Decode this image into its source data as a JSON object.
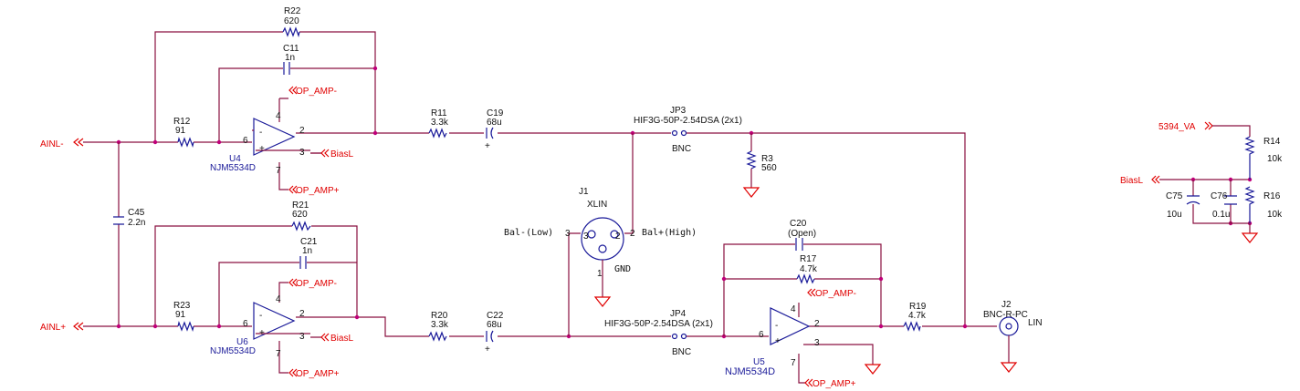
{
  "nets": {
    "ainl_minus": "AINL-",
    "ainl_plus": "AINL+",
    "op_amp_minus": "OP_AMP-",
    "op_amp_plus": "OP_AMP+",
    "biasl": "BiasL",
    "va_5394": "5394_VA",
    "lin": "LIN",
    "gnd": "GND",
    "bal_low": "Bal-(Low)",
    "bal_high": "Bal+(High)"
  },
  "parts": {
    "R22": {
      "ref": "R22",
      "val": "620"
    },
    "C11": {
      "ref": "C11",
      "val": "1n"
    },
    "R12": {
      "ref": "R12",
      "val": "91"
    },
    "U4": {
      "ref": "U4",
      "val": "NJM5534D"
    },
    "R11": {
      "ref": "R11",
      "val": "3.3k"
    },
    "C19": {
      "ref": "C19",
      "val": "68u"
    },
    "JP3": {
      "ref": "JP3",
      "val": "HIF3G-50P-2.54DSA (2x1)",
      "sub": "BNC"
    },
    "R3": {
      "ref": "R3",
      "val": "560"
    },
    "C45": {
      "ref": "C45",
      "val": "2.2n"
    },
    "R21": {
      "ref": "R21",
      "val": "620"
    },
    "C21": {
      "ref": "C21",
      "val": "1n"
    },
    "R23": {
      "ref": "R23",
      "val": "91"
    },
    "U6": {
      "ref": "U6",
      "val": "NJM5534D"
    },
    "R20": {
      "ref": "R20",
      "val": "3.3k"
    },
    "C22": {
      "ref": "C22",
      "val": "68u"
    },
    "J1": {
      "ref": "J1",
      "val": "XLIN"
    },
    "JP4": {
      "ref": "JP4",
      "val": "HIF3G-50P-2.54DSA (2x1)",
      "sub": "BNC"
    },
    "C20": {
      "ref": "C20",
      "val": "(Open)"
    },
    "R17": {
      "ref": "R17",
      "val": "4.7k"
    },
    "U5": {
      "ref": "U5",
      "val": "NJM5534D"
    },
    "R19": {
      "ref": "R19",
      "val": "4.7k"
    },
    "J2": {
      "ref": "J2",
      "val": "BNC-R-PC"
    },
    "R14": {
      "ref": "R14",
      "val": "10k"
    },
    "R16": {
      "ref": "R16",
      "val": "10k"
    },
    "C75": {
      "ref": "C75",
      "val": "10u"
    },
    "C76": {
      "ref": "C76",
      "val": "0.1u"
    }
  },
  "pins": {
    "p1": "1",
    "p2": "2",
    "p3": "3",
    "p4": "4",
    "p6": "6",
    "p7": "7",
    "minus": "-",
    "plus": "+"
  }
}
